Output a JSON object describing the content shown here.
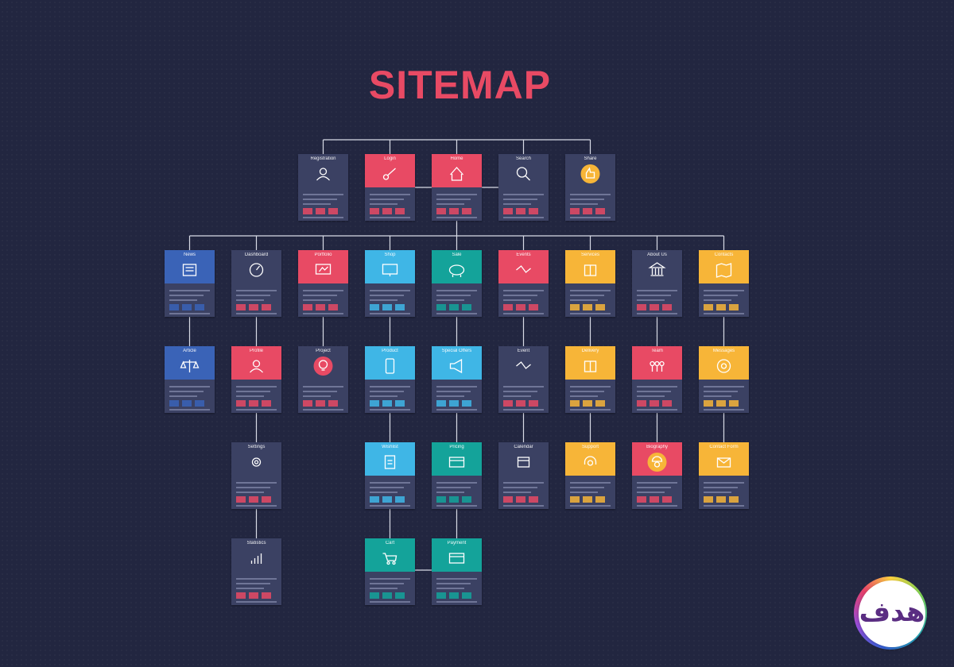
{
  "title": "SITEMAP",
  "logo": {
    "text": "هدف"
  },
  "colors": {
    "background": "#222640",
    "card": "#3b4163",
    "title": "#e84a64",
    "red": "#e84a64",
    "teal": "#14a39a",
    "sky": "#3fb6e6",
    "yellow": "#f7b538",
    "blue": "#3a63b7",
    "line": "#d8dbe6"
  },
  "rows": [
    {
      "cards": [
        {
          "key": "registration",
          "label": "Registration",
          "color": "card",
          "icon": "user-add-icon",
          "col": 2
        },
        {
          "key": "login",
          "label": "Login",
          "color": "red",
          "icon": "key-icon",
          "col": 3
        },
        {
          "key": "home",
          "label": "Home",
          "color": "red",
          "icon": "home-icon",
          "col": 4
        },
        {
          "key": "search",
          "label": "Search",
          "color": "card",
          "icon": "search-icon",
          "col": 5
        },
        {
          "key": "share",
          "label": "Share",
          "color": "card",
          "icon": "thumbs-up-icon",
          "col": 6
        }
      ]
    },
    {
      "cards": [
        {
          "key": "news",
          "label": "News",
          "color": "blue",
          "icon": "newspaper-icon",
          "col": 0
        },
        {
          "key": "dashboard",
          "label": "Dashboard",
          "color": "card",
          "icon": "gauge-icon",
          "col": 1
        },
        {
          "key": "portfolio",
          "label": "Portfolio",
          "color": "red",
          "icon": "presentation-icon",
          "col": 2
        },
        {
          "key": "shop",
          "label": "Shop",
          "color": "sky",
          "icon": "monitor-icon",
          "col": 3
        },
        {
          "key": "sale",
          "label": "Sale",
          "color": "teal",
          "icon": "piggy-bank-icon",
          "col": 4
        },
        {
          "key": "events",
          "label": "Events",
          "color": "red",
          "icon": "handshake-icon",
          "col": 5
        },
        {
          "key": "services",
          "label": "Services",
          "color": "yellow",
          "icon": "box-icon",
          "col": 6
        },
        {
          "key": "about_us",
          "label": "About Us",
          "color": "card",
          "icon": "building-icon",
          "col": 7
        },
        {
          "key": "contacts",
          "label": "Contacts",
          "color": "yellow",
          "icon": "map-icon",
          "col": 8
        }
      ]
    },
    {
      "cards": [
        {
          "key": "article",
          "label": "Article",
          "color": "blue",
          "icon": "scales-icon",
          "col": 0
        },
        {
          "key": "profile",
          "label": "Profile",
          "color": "red",
          "icon": "user-icon",
          "col": 1
        },
        {
          "key": "project",
          "label": "Project",
          "color": "card",
          "icon": "lightbulb-icon",
          "col": 2
        },
        {
          "key": "product",
          "label": "Product",
          "color": "sky",
          "icon": "phone-icon",
          "col": 3
        },
        {
          "key": "special_offers",
          "label": "Special Offers",
          "color": "sky",
          "icon": "megaphone-icon",
          "col": 4
        },
        {
          "key": "event",
          "label": "Event",
          "color": "card",
          "icon": "handshake-icon",
          "col": 5
        },
        {
          "key": "delivery",
          "label": "Delivery",
          "color": "yellow",
          "icon": "package-icon",
          "col": 6
        },
        {
          "key": "team",
          "label": "Team",
          "color": "red",
          "icon": "team-icon",
          "col": 7
        },
        {
          "key": "messages",
          "label": "Messages",
          "color": "yellow",
          "icon": "at-sign-icon",
          "col": 8
        }
      ]
    },
    {
      "cards": [
        {
          "key": "settings",
          "label": "Settings",
          "color": "card",
          "icon": "gear-icon",
          "col": 1
        },
        {
          "key": "wishlist",
          "label": "Wishlist",
          "color": "sky",
          "icon": "clipboard-icon",
          "col": 3
        },
        {
          "key": "pricing",
          "label": "Pricing",
          "color": "teal",
          "icon": "credit-card-icon",
          "col": 4
        },
        {
          "key": "calendar",
          "label": "Calendar",
          "color": "card",
          "icon": "calendar-icon",
          "col": 5
        },
        {
          "key": "support",
          "label": "Support",
          "color": "yellow",
          "icon": "headset-icon",
          "col": 6
        },
        {
          "key": "biography",
          "label": "Biography",
          "color": "red",
          "icon": "worker-icon",
          "col": 7
        },
        {
          "key": "contact_form",
          "label": "Contact Form",
          "color": "yellow",
          "icon": "envelope-icon",
          "col": 8
        }
      ]
    },
    {
      "cards": [
        {
          "key": "statistics",
          "label": "Statistics",
          "color": "card",
          "icon": "bar-chart-icon",
          "col": 1
        },
        {
          "key": "cart",
          "label": "Cart",
          "color": "teal",
          "icon": "cart-icon",
          "col": 3
        },
        {
          "key": "payment",
          "label": "Payment",
          "color": "teal",
          "icon": "banknote-icon",
          "col": 4
        }
      ]
    }
  ]
}
